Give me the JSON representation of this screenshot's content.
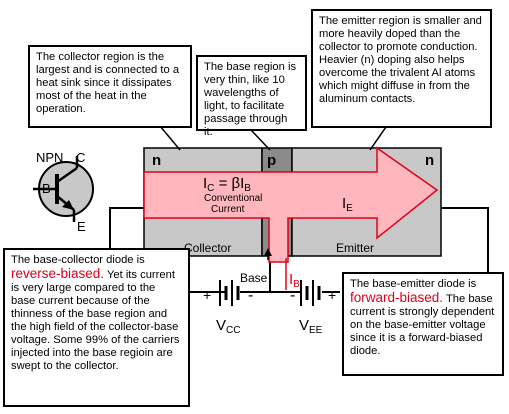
{
  "callouts": {
    "collector_region": "The collector region is the largest and is connected to a heat sink since it dissipates most of the heat in the operation.",
    "base_region": "The base region is very thin, like 10 wavelengths of light, to facilitate passage through it.",
    "emitter_region": "The emitter region is smaller and more heavily doped than the collector to promote conduction. Heavier (n) doping also helps overcome the trivalent Al atoms which might diffuse in from the aluminum contacts.",
    "base_collector": {
      "before": "The base-collector diode is",
      "emphasis": "reverse-biased.",
      "after": "Yet its current is very large compared to the base current because of the thinness of the base region and the high field of the collector-base voltage. Some 99% of the carriers injected into the base regioin are swept to the collector."
    },
    "base_emitter": {
      "before": "The base-emitter diode is",
      "emphasis": "forward-biased.",
      "after": "The base current is strongly dependent on the base-emitter voltage since it is a forward-biased diode."
    }
  },
  "regions": {
    "left_n": "n",
    "middle_p": "p",
    "right_n": "n"
  },
  "region_labels": {
    "collector": "Collector",
    "emitter": "Emitter",
    "base": "Base"
  },
  "currents": {
    "ic_eq": "I",
    "ic_sub": "C",
    "ic_mid": " = βI",
    "ib_sub": "B",
    "conventional": "Conventional",
    "current": "Current",
    "ie": "I",
    "ie_sub": "E",
    "ib": "I",
    "ib_sub2": "B"
  },
  "symbol": {
    "type": "NPN",
    "c": "C",
    "b": "B",
    "e": "E"
  },
  "batteries": {
    "vcc": "V",
    "vcc_sub": "CC",
    "vee": "V",
    "vee_sub": "EE",
    "plus": "+",
    "minus": "-"
  },
  "colors": {
    "region_fill": "#c8c8c8",
    "base_fill": "#8a8a8a",
    "arrow_fill": "#ffb6bd",
    "arrow_stroke": "#e0001a",
    "emphasis": "#e0001a"
  }
}
